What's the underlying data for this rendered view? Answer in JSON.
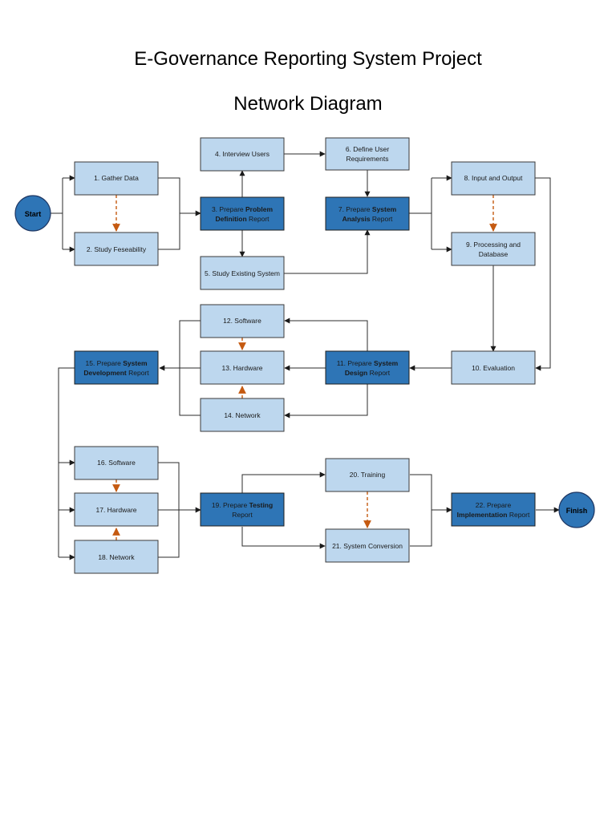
{
  "title": "E-Governance Reporting System Project",
  "subtitle": "Network Diagram",
  "colors": {
    "light_box": "#bdd7ee",
    "dark_box": "#2e75b6",
    "solid_arrow": "#2b2b2b",
    "dashed_arrow": "#c55a11"
  },
  "nodes": {
    "start": {
      "label": "Start"
    },
    "finish": {
      "label": "Finish"
    },
    "n1": {
      "label": "1. Gather Data"
    },
    "n2": {
      "label": "2. Study Feseability"
    },
    "n3": {
      "l1a": "3. Prepare ",
      "l1b": "Problem",
      "l2a": "Definition",
      "l2b": " Report"
    },
    "n4": {
      "label": "4. Interview Users"
    },
    "n5": {
      "label": "5. Study Existing System"
    },
    "n6": {
      "l1": "6. Define User",
      "l2": "Requirements"
    },
    "n7": {
      "l1a": "7. Prepare ",
      "l1b": "System",
      "l2a": "Analysis",
      "l2b": " Report"
    },
    "n8": {
      "label": "8. Input and Output"
    },
    "n9": {
      "l1": "9. Processing and",
      "l2": "Database"
    },
    "n10": {
      "label": "10. Evaluation"
    },
    "n11": {
      "l1a": "11. Prepare ",
      "l1b": "System",
      "l2a": "Design",
      "l2b": " Report"
    },
    "n12": {
      "label": "12. Software"
    },
    "n13": {
      "label": "13. Hardware"
    },
    "n14": {
      "label": "14. Network"
    },
    "n15": {
      "l1a": "15. Prepare ",
      "l1b": "System",
      "l2a": "Development",
      "l2b": " Report"
    },
    "n16": {
      "label": "16. Software"
    },
    "n17": {
      "label": "17. Hardware"
    },
    "n18": {
      "label": "18. Network"
    },
    "n19": {
      "l1a": "19. Prepare ",
      "l1b": "Testing",
      "l2": "Report"
    },
    "n20": {
      "label": "20. Training"
    },
    "n21": {
      "label": "21. System Conversion"
    },
    "n22": {
      "l1": "22. Prepare",
      "l2a": "Implementation",
      "l2b": " Report"
    }
  }
}
